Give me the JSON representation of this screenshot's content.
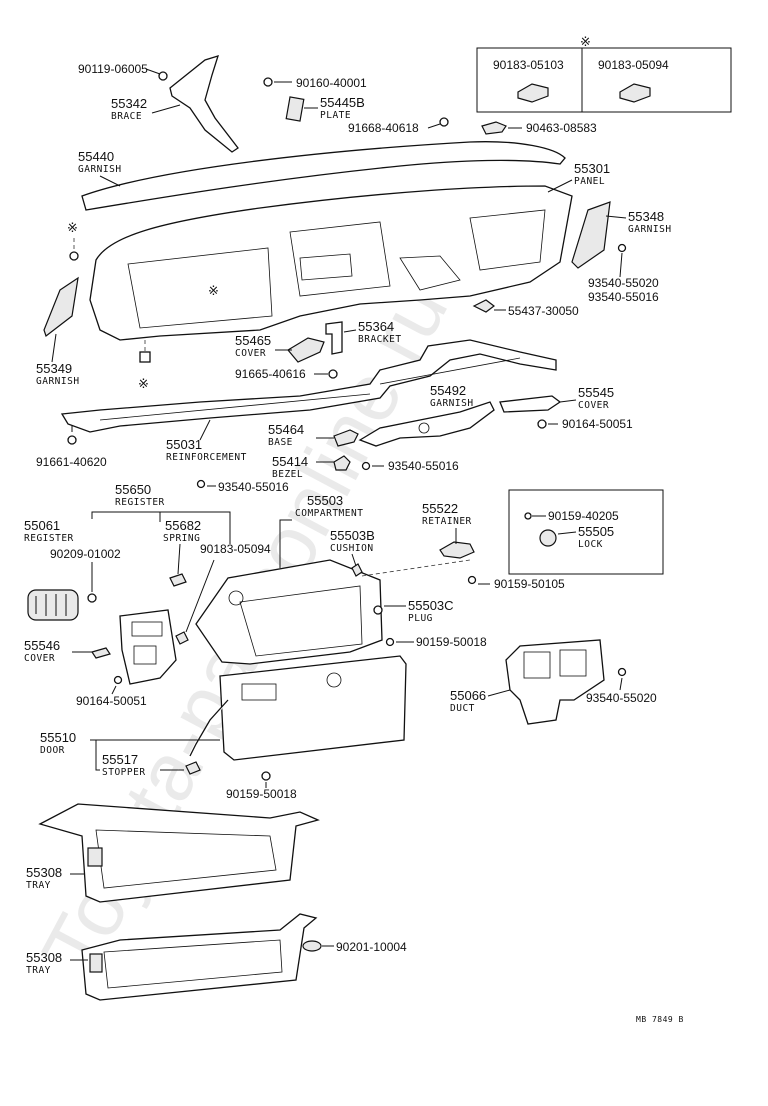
{
  "watermark": "Toyota-partsonline.ru",
  "corner_code": "MB 7849 B",
  "asterisk": "※",
  "kit_box": {
    "left_part": "90183-05103",
    "right_part": "90183-05094"
  },
  "lock_box": {
    "screw": "90159-40205",
    "lock_number": "55505",
    "lock_name": "LOCK"
  },
  "labels": {
    "p90119": "90119-06005",
    "p55342": "55342",
    "p55342_name": "BRACE",
    "p90160": "90160-40001",
    "p55445b": "55445B",
    "p55445b_name": "PLATE",
    "p91668": "91668-40618",
    "p90463": "90463-08583",
    "p55440": "55440",
    "p55440_name": "GARNISH",
    "p55301": "55301",
    "p55301_name": "PANEL",
    "p55348": "55348",
    "p55348_name": "GARNISH",
    "p93540a": "93540-55020",
    "p93540b": "93540-55016",
    "p55437": "55437-30050",
    "p55349": "55349",
    "p55349_name": "GARNISH",
    "p55465": "55465",
    "p55465_name": "COVER",
    "p55364": "55364",
    "p55364_name": "BRACKET",
    "p91665": "91665-40616",
    "p55492": "55492",
    "p55492_name": "GARNISH",
    "p55545": "55545",
    "p55545_name": "COVER",
    "p90164a": "90164-50051",
    "p55464": "55464",
    "p55464_name": "BASE",
    "p55031": "55031",
    "p55031_name": "REINFORCEMENT",
    "p91661": "91661-40620",
    "p55414": "55414",
    "p55414_name": "BEZEL",
    "p93540c": "93540-55016",
    "p93540d": "93540-55016",
    "p55650": "55650",
    "p55650_name": "REGISTER",
    "p55503": "55503",
    "p55503_name": "COMPARTMENT",
    "p55522": "55522",
    "p55522_name": "RETAINER",
    "p55061": "55061",
    "p55061_name": "REGISTER",
    "p55682": "55682",
    "p55682_name": "SPRING",
    "p90209": "90209-01002",
    "p90183": "90183-05094",
    "p55503b": "55503B",
    "p55503b_name": "CUSHION",
    "p90159a": "90159-50105",
    "p55503c": "55503C",
    "p55503c_name": "PLUG",
    "p90159b": "90159-50018",
    "p55546": "55546",
    "p55546_name": "COVER",
    "p55066": "55066",
    "p55066_name": "DUCT",
    "p93540e": "93540-55020",
    "p90164b": "90164-50051",
    "p55510": "55510",
    "p55510_name": "DOOR",
    "p55517": "55517",
    "p55517_name": "STOPPER",
    "p90159c": "90159-50018",
    "p55308a": "55308",
    "p55308a_name": "TRAY",
    "p55308b": "55308",
    "p55308b_name": "TRAY",
    "p90201": "90201-10004"
  }
}
